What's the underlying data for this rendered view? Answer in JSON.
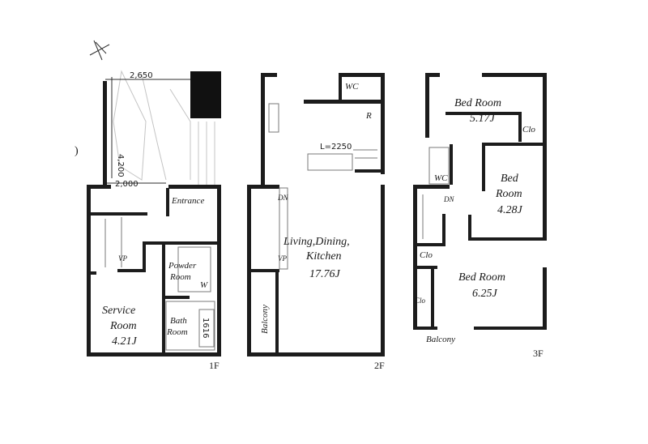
{
  "floor_1": {
    "label": "1F",
    "dim_top": "2,650",
    "dim_side": "4,200",
    "dim_bottom": "2,000",
    "entrance": "Entrance",
    "vp": "VP",
    "service_room": [
      "Service",
      "Room",
      "4.21J"
    ],
    "powder_room": [
      "Powder",
      "Room"
    ],
    "w": "W",
    "bath_room": [
      "Bath",
      "Room"
    ],
    "bath_size": "1616"
  },
  "floor_2": {
    "label": "2F",
    "wc": "WC",
    "r": "R",
    "l_dim": "L=2250",
    "dn": "DN",
    "vp": "VP",
    "living": [
      "Living,Dining,",
      "Kitchen",
      "17.76J"
    ],
    "balcony": "Balcony"
  },
  "floor_3": {
    "label": "3F",
    "bed1": [
      "Bed Room",
      "5.17J"
    ],
    "clo1": "Clo",
    "bed2": [
      "Bed",
      "Room",
      "4.28J"
    ],
    "wc": "WC",
    "dn": "DN",
    "clo2": "Clo",
    "bed3": [
      "Bed Room",
      "6.25J"
    ],
    "clo3": "Clo",
    "balcony": "Balcony"
  },
  "colors": {
    "wall": "#1c1c1c",
    "background": "#ffffff"
  }
}
